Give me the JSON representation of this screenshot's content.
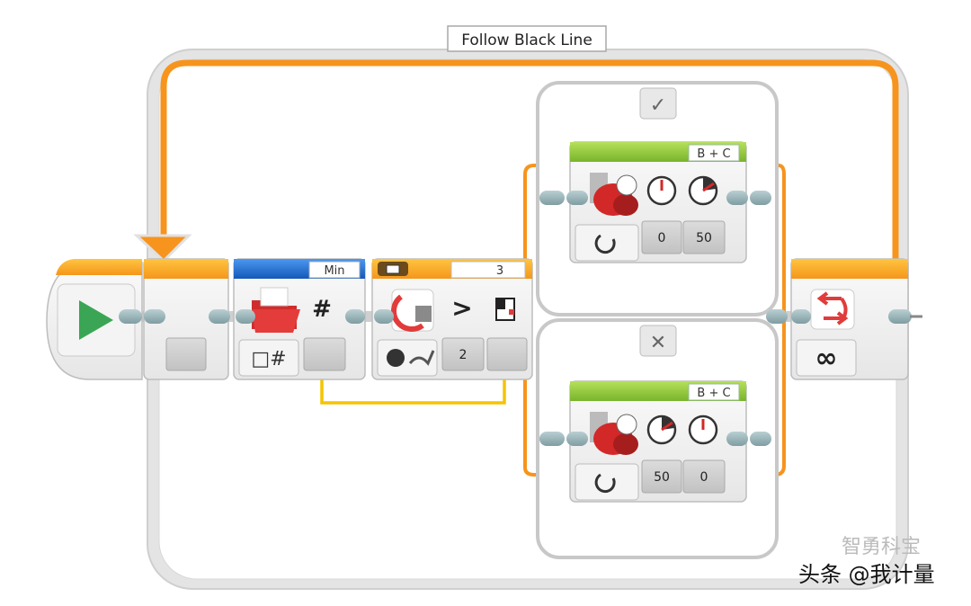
{
  "loop": {
    "name": "Follow Black Line",
    "mode_symbol": "∞"
  },
  "switch": {
    "port": "3",
    "compare_symbol": ">",
    "threshold": "2",
    "true_case_symbol": "✓",
    "false_case_symbol": "✕"
  },
  "math_block": {
    "mode": "Min",
    "symbol": "#"
  },
  "move_true": {
    "ports": "B + C",
    "steering": "0",
    "power": "50"
  },
  "move_false": {
    "ports": "B + C",
    "steering": "50",
    "power": "0"
  },
  "watermark": {
    "top": "智勇科宝",
    "bottom": "头条 @我计量"
  },
  "colors": {
    "flow_orange": "#f7941d",
    "math_blue": "#1e6fd9",
    "motor_green": "#8cc63f",
    "start_green": "#3aa655",
    "data_wire": "#f5c400"
  }
}
